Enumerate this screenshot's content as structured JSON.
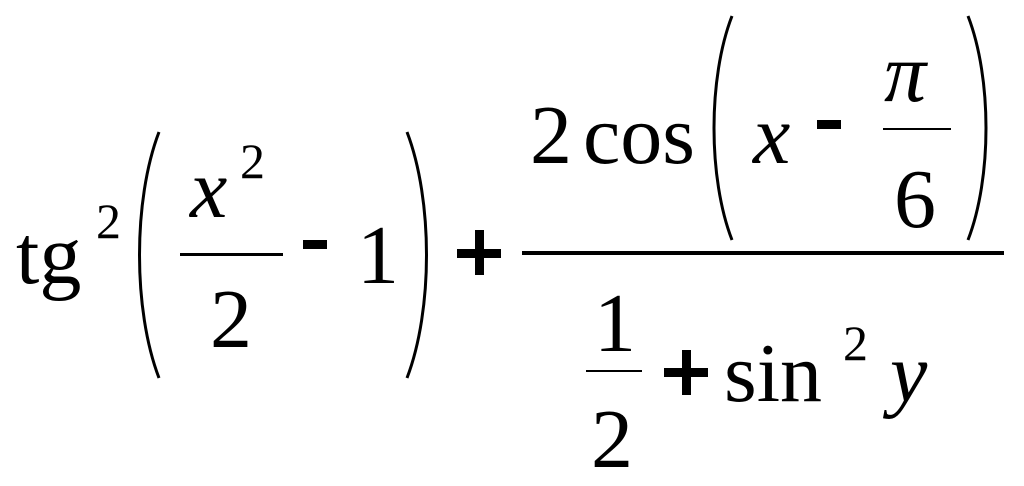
{
  "formula": {
    "tg": "tg",
    "tg_power": "2",
    "x": "x",
    "x_power": "2",
    "denominator_two": "2",
    "one": "1",
    "two": "2",
    "cos": "cos",
    "x_var": "x",
    "pi": "π",
    "six": "6",
    "half_num": "1",
    "half_den": "2",
    "sin": "sin",
    "sin_power": "2",
    "y": "y"
  }
}
